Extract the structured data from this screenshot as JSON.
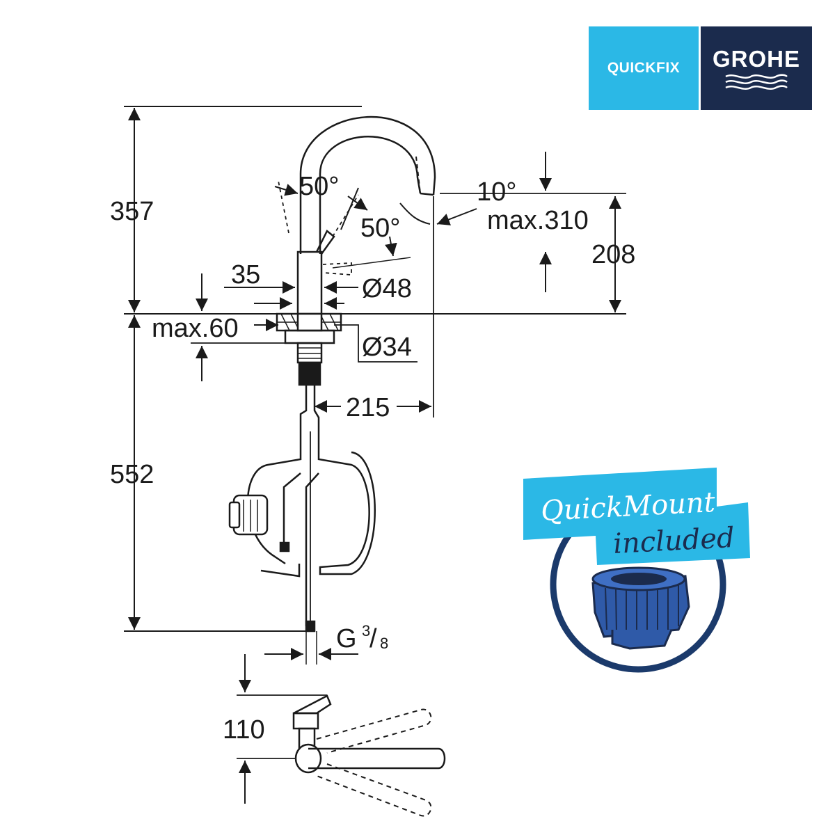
{
  "branding": {
    "quickfix_label": "QUICKFIX",
    "brand_name": "GROHE",
    "quickfix_color": "#2bb8e6",
    "brand_color": "#1b2b4d"
  },
  "dimensions": {
    "height_upper": "357",
    "height_lower": "552",
    "spout_height": "208",
    "deck_thickness": "max.60",
    "body_offset": "35",
    "body_diameter": "Ø48",
    "shank_diameter": "Ø34",
    "spout_reach": "215",
    "max_reach": "max.310",
    "angle_lever_left": "50°",
    "angle_lever_right": "50°",
    "angle_spout": "10°",
    "thread_label": "G",
    "thread_num": "3",
    "thread_den": "8",
    "plan_depth": "110"
  },
  "badge": {
    "line1": "QuickMount",
    "line2": "included",
    "banner_color": "#2bb8e6",
    "ring_color": "#1b3a6b",
    "nut_color": "#2f5aa8"
  }
}
